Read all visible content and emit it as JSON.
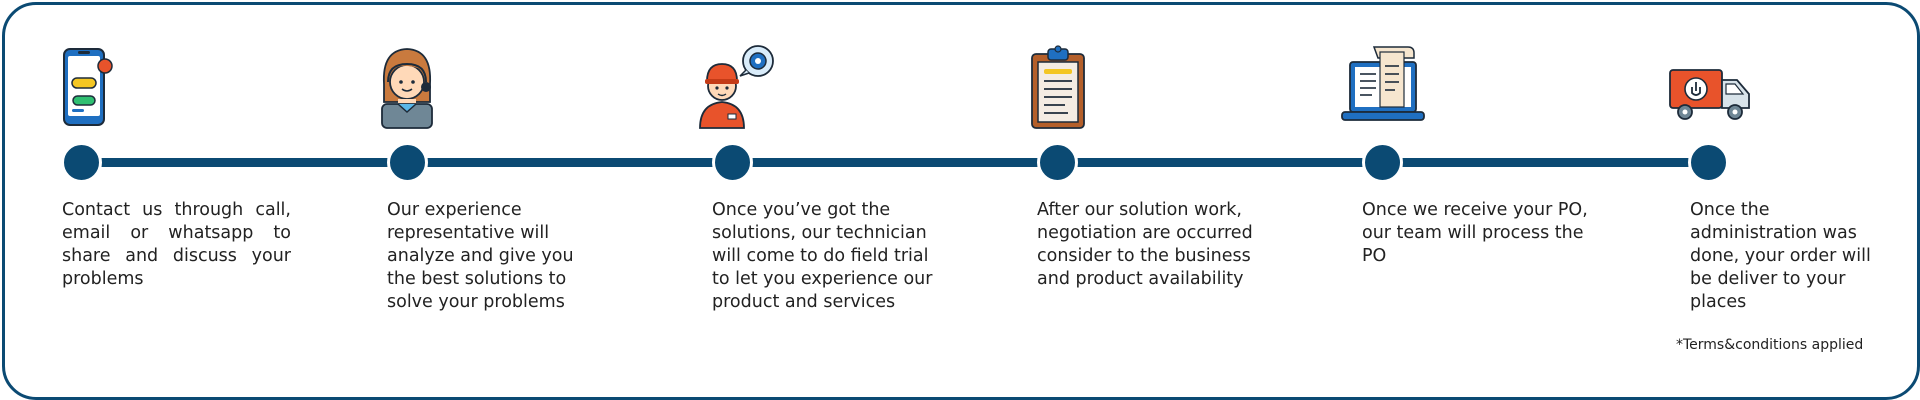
{
  "steps": [
    {
      "icon": "smartphone-chat-icon",
      "text": "Contact us through call, email or whatsapp to share and discuss your problems"
    },
    {
      "icon": "customer-service-representative-icon",
      "text": "Our experience representative will analyze and give you the best solutions to solve your problems"
    },
    {
      "icon": "technician-gear-icon",
      "text": "Once you’ve got the solutions, our technician will come to do field trial to let you experience our product and services"
    },
    {
      "icon": "clipboard-checklist-icon",
      "text": "After our solution work, negotiation are occurred consider to the business and product availability"
    },
    {
      "icon": "laptop-document-icon",
      "text": "Once we receive your PO, our team will process the PO"
    },
    {
      "icon": "delivery-truck-icon",
      "text": "Once the administration was done, your order will be deliver to your places"
    }
  ],
  "footnote": "*Terms&conditions applied",
  "colors": {
    "line": "#0b4a73",
    "node": "#0b4a73",
    "accent": "#e8532b",
    "frame": "#0b4a73"
  }
}
